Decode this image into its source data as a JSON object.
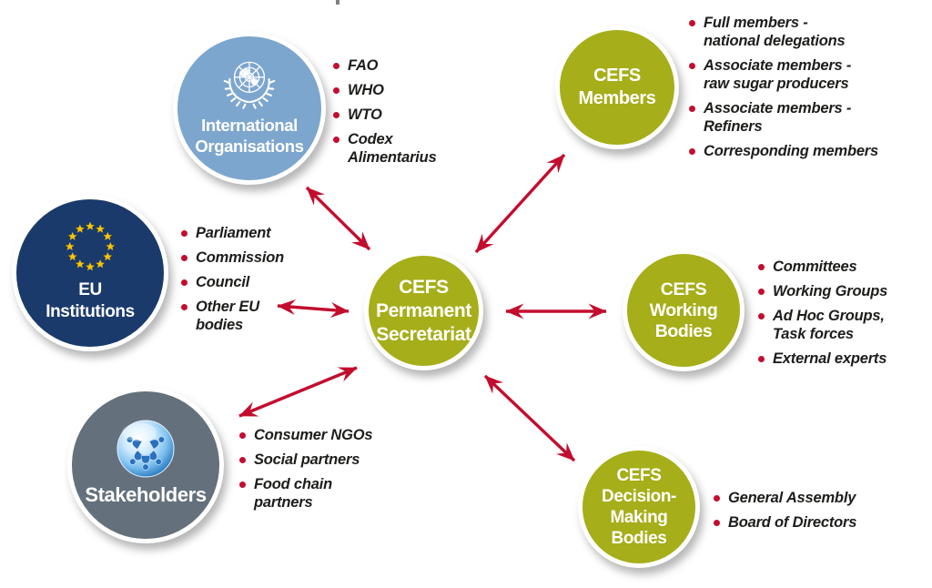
{
  "colors": {
    "accent_red": "#c30d2e",
    "olive_green": "#a6ae19",
    "navy_blue": "#1a3a6b",
    "light_blue": "#7da6ce",
    "slate_gray": "#64717c",
    "bullet_text": "#1d1d1b",
    "label_text": "#ffffff",
    "star_yellow": "#f8c300"
  },
  "icons": {
    "international": "un-emblem-icon",
    "eu": "eu-stars-icon",
    "stakeholders": "globe-people-icon"
  },
  "center": {
    "label_lines": [
      "CEFS",
      "Permanent",
      "Secretariat"
    ]
  },
  "satellites": {
    "international": {
      "label_lines": [
        "International",
        "Organisations"
      ],
      "items": [
        [
          "FAO"
        ],
        [
          "WHO"
        ],
        [
          "WTO"
        ],
        [
          "Codex",
          "Alimentarius"
        ]
      ]
    },
    "members": {
      "label_lines": [
        "CEFS",
        "Members"
      ],
      "items": [
        [
          "Full members -",
          "national delegations"
        ],
        [
          "Associate members -",
          "raw sugar producers"
        ],
        [
          "Associate members -",
          "Refiners"
        ],
        [
          "Corresponding members"
        ]
      ]
    },
    "eu": {
      "label_lines": [
        "EU",
        "Institutions"
      ],
      "items": [
        [
          "Parliament"
        ],
        [
          "Commission"
        ],
        [
          "Council"
        ],
        [
          "Other EU",
          "bodies"
        ]
      ]
    },
    "working": {
      "label_lines": [
        "CEFS",
        "Working",
        "Bodies"
      ],
      "items": [
        [
          "Committees"
        ],
        [
          "Working Groups"
        ],
        [
          "Ad Hoc Groups,",
          "Task forces"
        ],
        [
          "External experts"
        ]
      ]
    },
    "stakeholders": {
      "label_lines": [
        "Stakeholders"
      ],
      "items": [
        [
          "Consumer NGOs"
        ],
        [
          "Social partners"
        ],
        [
          "Food chain",
          "partners"
        ]
      ]
    },
    "decision": {
      "label_lines": [
        "CEFS",
        "Decision-",
        "Making",
        "Bodies"
      ],
      "items": [
        [
          "General Assembly"
        ],
        [
          "Board of Directors"
        ]
      ]
    }
  }
}
